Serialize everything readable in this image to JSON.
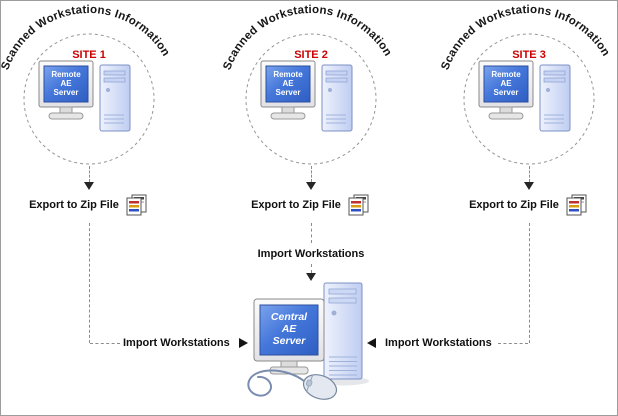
{
  "sites": [
    {
      "arc_label": "Scanned Workstations Information",
      "site_label": "SITE 1",
      "server_lines": [
        "Remote",
        "AE",
        "Server"
      ],
      "export_label": "Export to Zip File"
    },
    {
      "arc_label": "Scanned Workstations Information",
      "site_label": "SITE 2",
      "server_lines": [
        "Remote",
        "AE",
        "Server"
      ],
      "export_label": "Export to Zip File"
    },
    {
      "arc_label": "Scanned Workstations Information",
      "site_label": "SITE 3",
      "server_lines": [
        "Remote",
        "AE",
        "Server"
      ],
      "export_label": "Export to Zip File"
    }
  ],
  "central": {
    "import_top_label": "Import Workstations",
    "import_left_label": "Import Workstations",
    "import_right_label": "Import Workstations",
    "server_lines": [
      "Central",
      "AE",
      "Server"
    ]
  },
  "colors": {
    "site_label_red": "#cc0000",
    "screen_blue": "#3f6fd3",
    "tower_blue": "#c9d6f4",
    "dashed_line_gray": "#8c8c8c",
    "arrow_black": "#1a1a1a"
  }
}
